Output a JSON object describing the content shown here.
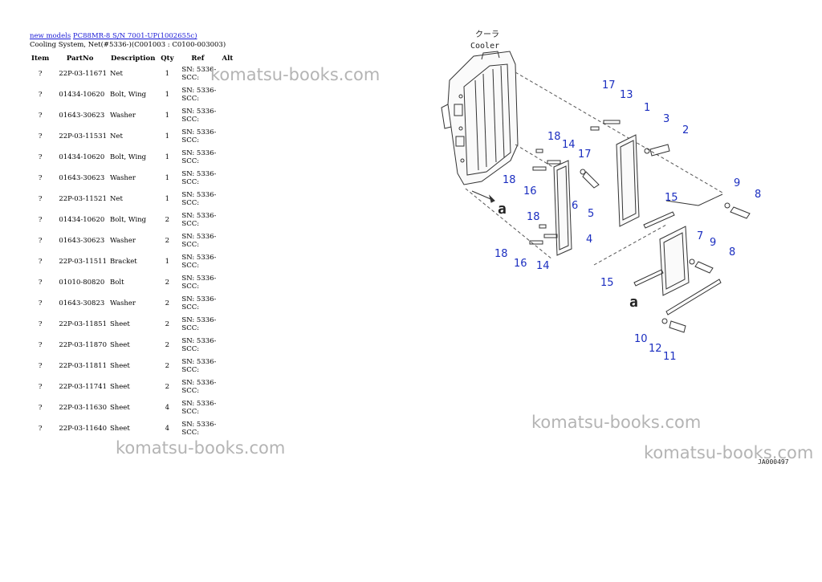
{
  "header": {
    "breadcrumb_link1": "new models",
    "breadcrumb_link2": "PC88MR-8 S/N 7001-UP(1002655c)",
    "title": "Cooling System, Net(#5336-)(C001003 : C0100-003003)"
  },
  "table": {
    "columns": [
      "Item",
      "PartNo",
      "Description",
      "Qty",
      "Ref",
      "Alt"
    ],
    "rows": [
      {
        "item": "?",
        "part": "22P-03-11671",
        "desc": "Net",
        "qty": "1",
        "ref": "SN: 5336-SCC:"
      },
      {
        "item": "?",
        "part": "01434-10620",
        "desc": "Bolt, Wing",
        "qty": "1",
        "ref": "SN: 5336-SCC:"
      },
      {
        "item": "?",
        "part": "01643-30623",
        "desc": "Washer",
        "qty": "1",
        "ref": "SN: 5336-SCC:"
      },
      {
        "item": "?",
        "part": "22P-03-11531",
        "desc": "Net",
        "qty": "1",
        "ref": "SN: 5336-SCC:"
      },
      {
        "item": "?",
        "part": "01434-10620",
        "desc": "Bolt, Wing",
        "qty": "1",
        "ref": "SN: 5336-SCC:"
      },
      {
        "item": "?",
        "part": "01643-30623",
        "desc": "Washer",
        "qty": "1",
        "ref": "SN: 5336-SCC:"
      },
      {
        "item": "?",
        "part": "22P-03-11521",
        "desc": "Net",
        "qty": "1",
        "ref": "SN: 5336-SCC:"
      },
      {
        "item": "?",
        "part": "01434-10620",
        "desc": "Bolt, Wing",
        "qty": "2",
        "ref": "SN: 5336-SCC:"
      },
      {
        "item": "?",
        "part": "01643-30623",
        "desc": "Washer",
        "qty": "2",
        "ref": "SN: 5336-SCC:"
      },
      {
        "item": "?",
        "part": "22P-03-11511",
        "desc": "Bracket",
        "qty": "1",
        "ref": "SN: 5336-SCC:"
      },
      {
        "item": "?",
        "part": "01010-80820",
        "desc": "Bolt",
        "qty": "2",
        "ref": "SN: 5336-SCC:"
      },
      {
        "item": "?",
        "part": "01643-30823",
        "desc": "Washer",
        "qty": "2",
        "ref": "SN: 5336-SCC:"
      },
      {
        "item": "?",
        "part": "22P-03-11851",
        "desc": "Sheet",
        "qty": "2",
        "ref": "SN: 5336-SCC:"
      },
      {
        "item": "?",
        "part": "22P-03-11870",
        "desc": "Sheet",
        "qty": "2",
        "ref": "SN: 5336-SCC:"
      },
      {
        "item": "?",
        "part": "22P-03-11811",
        "desc": "Sheet",
        "qty": "2",
        "ref": "SN: 5336-SCC:"
      },
      {
        "item": "?",
        "part": "22P-03-11741",
        "desc": "Sheet",
        "qty": "2",
        "ref": "SN: 5336-SCC:"
      },
      {
        "item": "?",
        "part": "22P-03-11630",
        "desc": "Sheet",
        "qty": "4",
        "ref": "SN: 5336-SCC:"
      },
      {
        "item": "?",
        "part": "22P-03-11640",
        "desc": "Sheet",
        "qty": "4",
        "ref": "SN: 5336-SCC:"
      }
    ]
  },
  "watermark_text": "komatsu-books.com",
  "diagram": {
    "title_jp": "クーラ",
    "title_en": "Cooler",
    "drawing_id": "JA000497",
    "view_marker": "a",
    "callouts": [
      "17",
      "13",
      "1",
      "3",
      "2",
      "18",
      "14",
      "17",
      "18",
      "16",
      "6",
      "5",
      "15",
      "9",
      "8",
      "18",
      "4",
      "7",
      "9",
      "8",
      "18",
      "16",
      "14",
      "15",
      "10",
      "12",
      "11"
    ]
  },
  "colors": {
    "link": "#1a1ad6",
    "callout": "#1b2ec0",
    "watermark": "#b4b4b4"
  }
}
